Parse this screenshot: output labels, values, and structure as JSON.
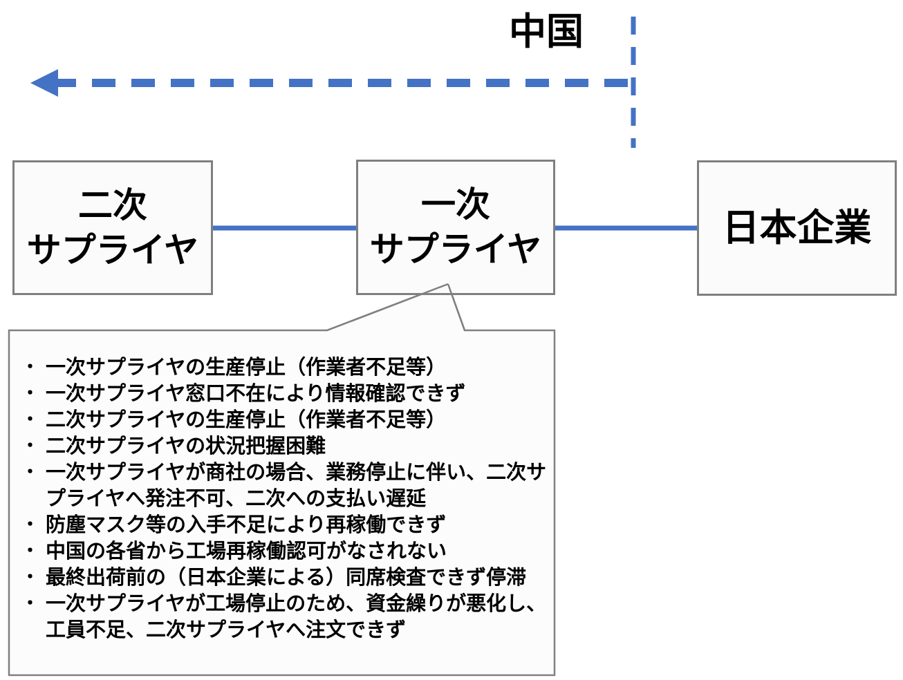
{
  "diagram": {
    "region_label": "中国",
    "nodes": [
      {
        "id": "secondary-supplier",
        "label": "二次\nサプライヤ"
      },
      {
        "id": "primary-supplier",
        "label": "一次\nサプライヤ"
      },
      {
        "id": "japanese-company",
        "label": "日本企業"
      }
    ],
    "callout": {
      "bullet_char": "・",
      "bullets": [
        "一次サプライヤの生産停止（作業者不足等）",
        "一次サプライヤ窓口不在により情報確認できず",
        "二次サプライヤの生産停止（作業者不足等）",
        "二次サプライヤの状況把握困難",
        "一次サプライヤが商社の場合、業務停止に伴い、二次サプライヤへ発注不可、二次への支払い遅延",
        "防塵マスク等の入手不足により再稼働できず",
        "中国の各省から工場再稼働認可がなされない",
        "最終出荷前の（日本企業による）同席検査できず停滞",
        "一次サプライヤが工場停止のため、資金繰りが悪化し、工員不足、二次サプライヤへ注文できず"
      ]
    },
    "colors": {
      "accent_blue": "#4472C4",
      "border_gray": "#7F7F7F",
      "callout_gray": "#808080",
      "box_fill": "#FAFBFA"
    }
  }
}
